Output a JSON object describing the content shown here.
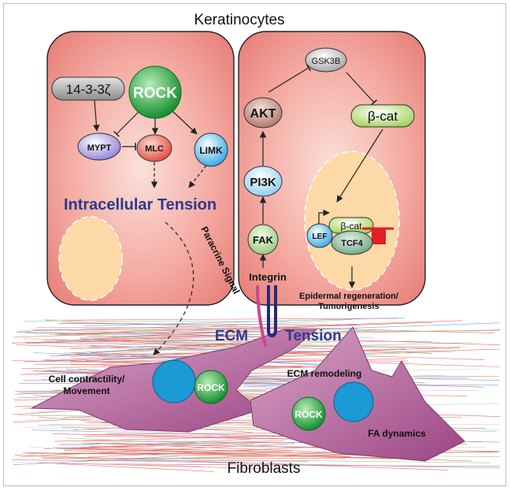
{
  "titles": {
    "top": "Keratinocytes",
    "bottom": "Fibroblasts"
  },
  "left_cell": {
    "nodes": {
      "ywhaz": "14-3-3ζ",
      "rock": "ROCK",
      "mypt": "MYPT",
      "mlc": "MLC",
      "limk": "LIMK"
    },
    "tension_label": "Intracellular Tension",
    "paracrine_label": "Paracrine Signal"
  },
  "right_cell": {
    "nodes": {
      "gsk3b": "GSK3B",
      "akt": "AKT",
      "bcat": "β-cat",
      "pi3k": "PI3K",
      "fak": "FAK",
      "integrin": "Integrin",
      "lef": "LEF",
      "bcat_nuc": "β-cat",
      "tcf4": "TCF4"
    },
    "outcome_line1": "Epidermal regeneration/",
    "outcome_line2": "Tumorigenesis"
  },
  "ecm": {
    "ecm_label": "ECM",
    "tension_label": "Tension"
  },
  "fibroblasts": {
    "left_label_line1": "Cell contractility/",
    "left_label_line2": "Movement",
    "rock_left": "ROCK",
    "remodel_label": "ECM remodeling",
    "rock_right": "ROCK",
    "fa_label": "FA dynamics"
  },
  "colors": {
    "cell_fill_center": "#f9d3cd",
    "cell_fill_edge": "#ec8a84",
    "nucleus": "#fcd9a6",
    "rock_green": "#1fa03c",
    "tension_text": "#2e3a8c",
    "fibroblast": "#b3669a",
    "fibroblast_nucleus": "#1b9ad6",
    "mlc_red": "#e0463a",
    "tcf4_red": "#e01e25"
  }
}
